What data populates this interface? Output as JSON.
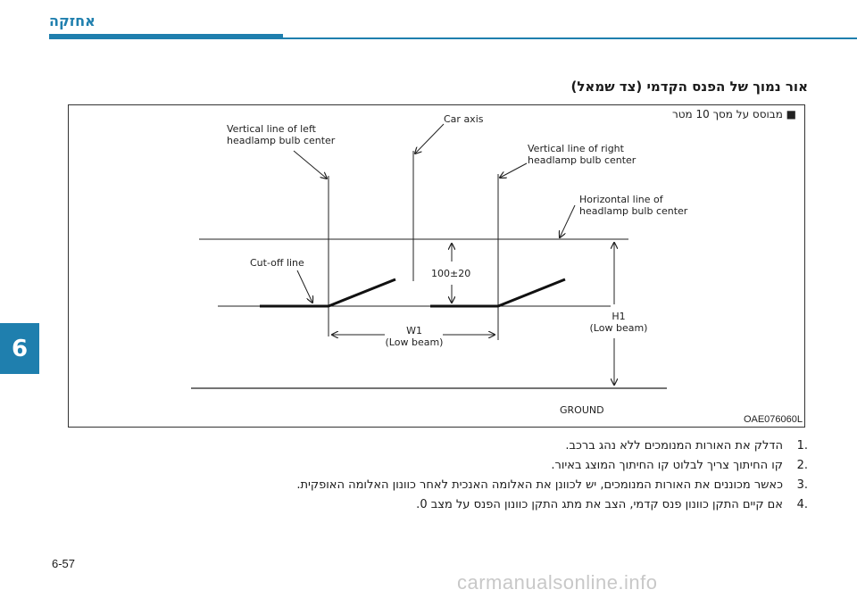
{
  "header": {
    "chapter_label": "אחזקה"
  },
  "side_tab": {
    "number": "6"
  },
  "section": {
    "title": "אור נמוך של הפנס הקדמי (צד שמאל)"
  },
  "figure": {
    "subtitle": "■ מבוסס על מסך 10 מטר",
    "labels": {
      "left_bulb": [
        "Vertical line of left",
        "headlamp bulb center"
      ],
      "car_axis": "Car axis",
      "right_bulb": [
        "Vertical line of right",
        "headlamp bulb center"
      ],
      "horizontal": [
        "Horizontal line of",
        "headlamp bulb center"
      ],
      "cutoff": "Cut-off line",
      "height_value": "100±20",
      "w1": [
        "W1",
        "(Low beam)"
      ],
      "h1": [
        "H1",
        "(Low beam)"
      ],
      "ground": "GROUND"
    },
    "code": "OAE076060L"
  },
  "steps": [
    {
      "num": ".1",
      "text": "הדלק את האורות המנומכים ללא נהג ברכב."
    },
    {
      "num": ".2",
      "text": "קו החיתוך צריך לבלוט קו החיתוך המוצג באיור."
    },
    {
      "num": ".3",
      "text": "כאשר מכוננים את האורות המנומכים, יש לכוונן את האלומה האנכית לאחר כוונון האלומה האופקית."
    },
    {
      "num": ".4",
      "text": "אם קיים התקן כוונון פנס קדמי, הצב את מתג התקן כוונון הפנס על מצב 0."
    }
  ],
  "footer": {
    "page": "6-57",
    "watermark": "carmanualsonline.info"
  }
}
